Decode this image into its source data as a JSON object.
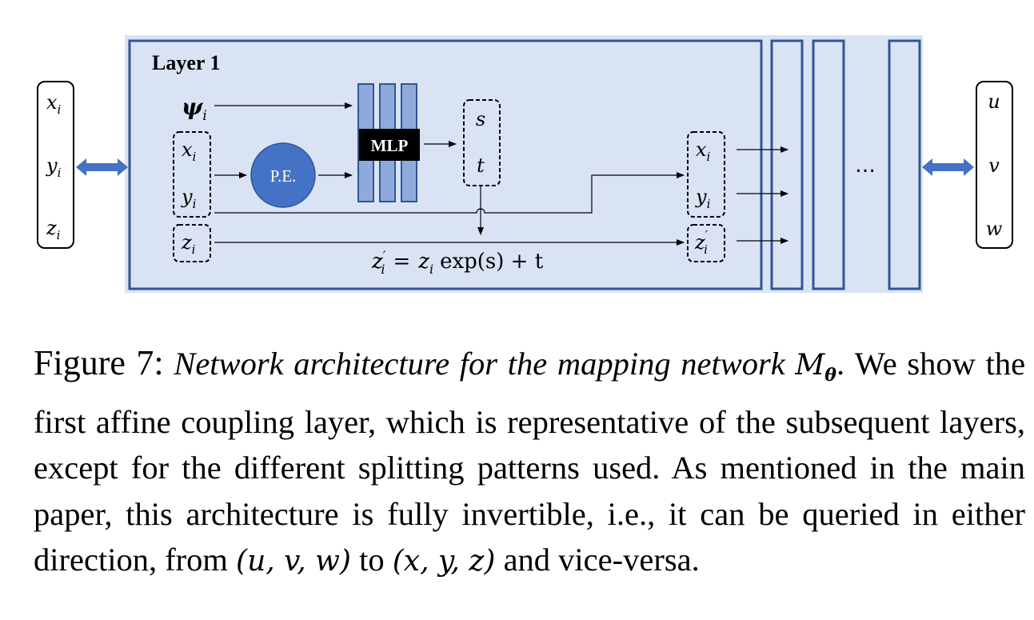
{
  "diagram": {
    "layer_title": "Layer 1",
    "left_vector": [
      "x_i",
      "y_i",
      "z_i"
    ],
    "left_vector_display": {
      "x": "x",
      "y": "y",
      "z": "z",
      "sub": "i"
    },
    "right_vector": [
      "u",
      "v",
      "w"
    ],
    "conditioning_input": {
      "symbol": "ψ",
      "sub": "i"
    },
    "input_group_xy": {
      "x": "x",
      "y": "y",
      "sub": "i"
    },
    "input_group_z": {
      "z": "z",
      "sub": "i"
    },
    "positional_encoding_label": "P.E.",
    "mlp_label": "MLP",
    "mlp_layers": 3,
    "st_group": {
      "s": "s",
      "t": "t"
    },
    "output_group_xy": {
      "x": "x",
      "y": "y",
      "sub": "i"
    },
    "output_group_z": {
      "z": "z",
      "prime": "′",
      "sub": "i"
    },
    "equation": {
      "lhs": "z",
      "lhs_sub": "i",
      "prime": "′",
      "eq": "=",
      "rhs_var": "z",
      "rhs_sub": "i",
      "rhs_rest": "exp(s) + t",
      "full_text": "z'_i = z_i exp(s) + t"
    },
    "ellipsis": "…",
    "additional_layer_boxes": 3,
    "colors": {
      "panel_fill": "#dae3f3",
      "box_border": "#2f5597",
      "mlp_bar_fill": "#8eaadb",
      "pe_circle_fill": "#4472c4",
      "double_arrow_fill": "#4472c4",
      "mlp_label_bg": "#000000"
    }
  },
  "caption": {
    "figure_label": "Figure 7:",
    "title_italic": "Network architecture for the mapping network",
    "title_math": "M",
    "title_math_sub": "θ",
    "title_end": ".",
    "body_1": "We show the first affine coupling layer, which is representative of the subsequent layers, except for the different splitting patterns used. As mentioned in the main paper, this architecture is fully invertible, i.e., it can be queried in either direction, from",
    "math_1": "(u, v, w)",
    "body_2": "to",
    "math_2": "(x, y, z)",
    "body_3": "and vice-versa."
  }
}
